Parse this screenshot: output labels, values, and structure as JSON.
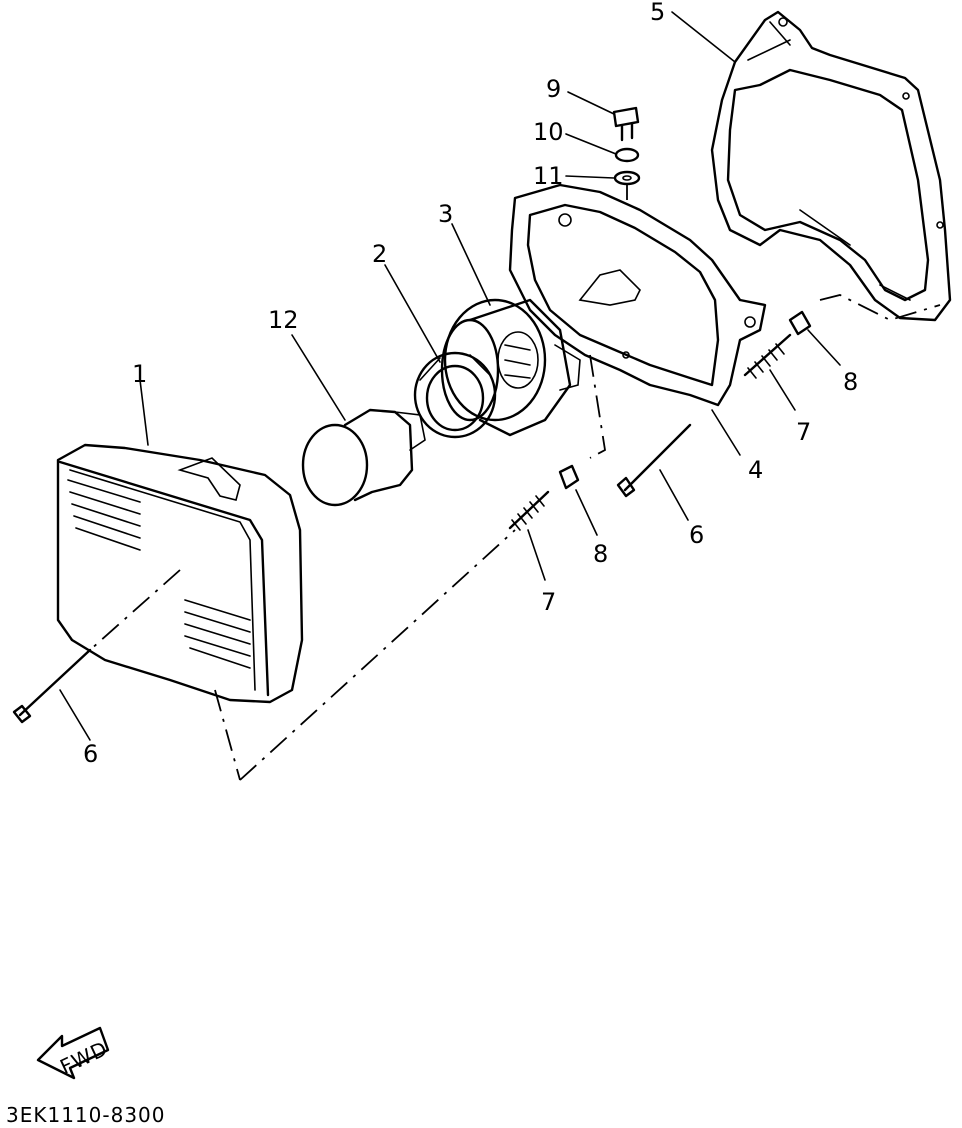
{
  "callouts": {
    "c1": "1",
    "c2": "2",
    "c3": "3",
    "c4": "4",
    "c5": "5",
    "c6a": "6",
    "c6b": "6",
    "c7a": "7",
    "c7b": "7",
    "c8a": "8",
    "c8b": "8",
    "c9": "9",
    "c10": "10",
    "c11": "11",
    "c12": "12"
  },
  "fwd_label": "FWD",
  "drawing_code": "3EK1110-8300"
}
